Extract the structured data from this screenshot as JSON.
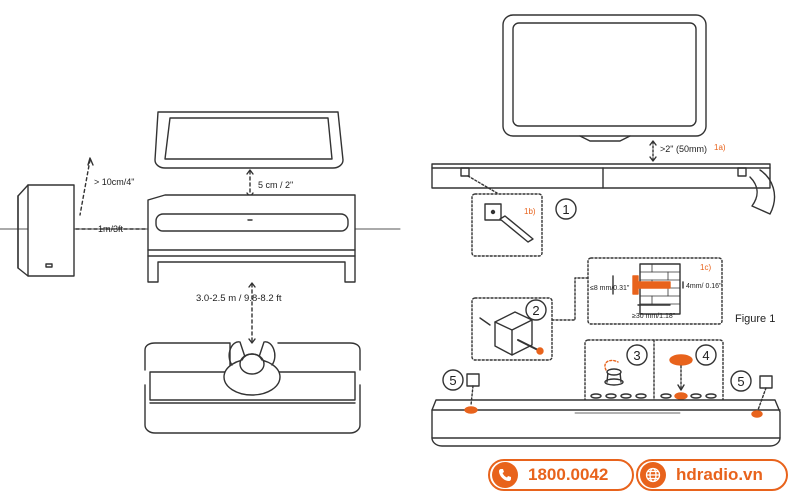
{
  "left_diagram": {
    "side_clearance": "> 10cm/4\"",
    "subwoofer_distance": "1m/3ft",
    "tv_gap": "5 cm / 2\"",
    "listening_distance": "3.0-2.5 m / 9.8-8.2 ft"
  },
  "right_diagram": {
    "tv_gap": ">2\" (50mm)",
    "callout_1a": "1a)",
    "callout_1b": "1b)",
    "callout_1c": "1c)",
    "max_screw_head": "≤8 mm/0.31\"",
    "screw_shaft": "4mm/ 0.16\"",
    "min_screw_length": "≥30 mm/1.18\"",
    "figure_label": "Figure 1",
    "steps": [
      "1",
      "2",
      "3",
      "4",
      "5",
      "5"
    ]
  },
  "contact": {
    "phone": "1800.0042",
    "website": "hdradio.vn",
    "accent_color": "#e8631c",
    "icons": [
      "phone-icon",
      "globe-icon"
    ]
  }
}
